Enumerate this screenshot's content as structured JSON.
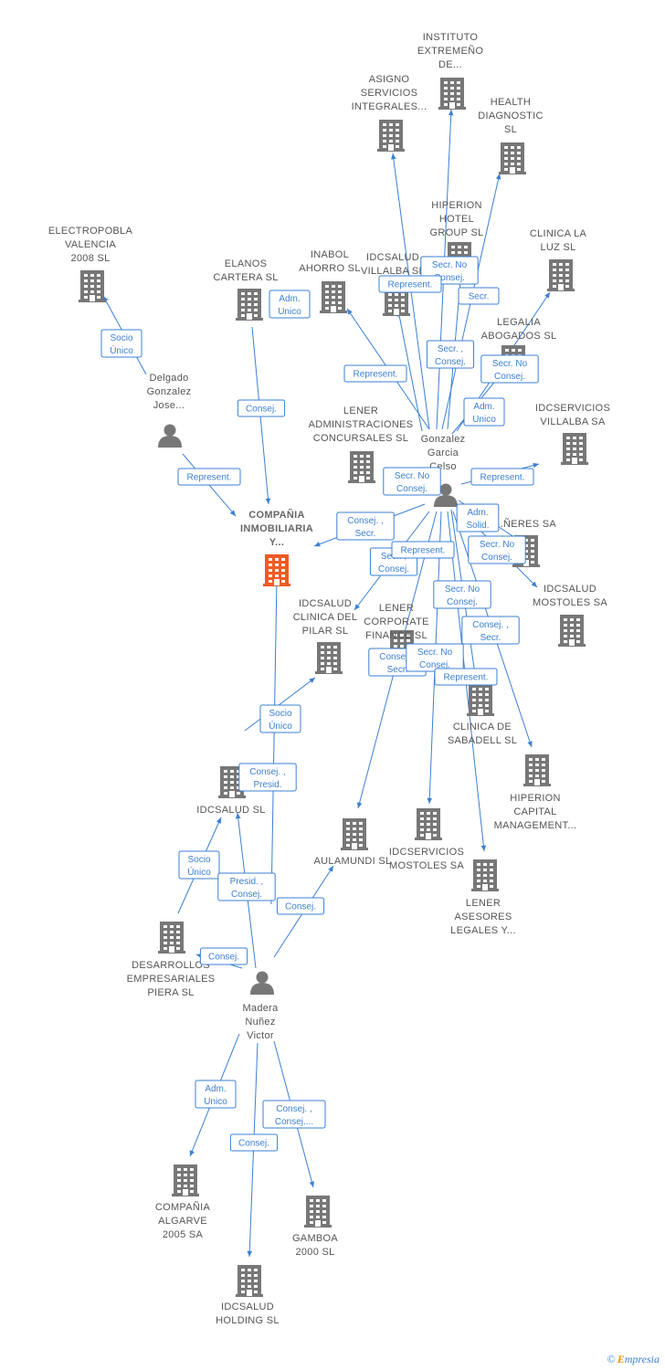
{
  "colors": {
    "edge": "#3b7fd4",
    "company": "#777777",
    "main": "#f15a24",
    "person": "#777777"
  },
  "footer": {
    "copyright": "©",
    "brand_initial": "E",
    "brand_rest": "mpresia"
  },
  "nodes": [
    {
      "id": "cia",
      "type": "main",
      "lines": [
        "COMPAÑIA",
        "INMOBILIARIA",
        "Y..."
      ]
    },
    {
      "id": "electro",
      "type": "company",
      "lines": [
        "ELECTROPOBLA",
        "VALENCIA",
        "2008  SL"
      ]
    },
    {
      "id": "elanos",
      "type": "company",
      "lines": [
        "ELANOS",
        "CARTERA SL"
      ]
    },
    {
      "id": "inabol",
      "type": "company",
      "lines": [
        "INABOL",
        "AHORRO SL"
      ]
    },
    {
      "id": "asigno",
      "type": "company",
      "lines": [
        "ASIGNO",
        "SERVICIOS",
        "INTEGRALES..."
      ]
    },
    {
      "id": "instituto",
      "type": "company",
      "lines": [
        "INSTITUTO",
        "EXTREMEÑO",
        "DE..."
      ]
    },
    {
      "id": "health",
      "type": "company",
      "lines": [
        "HEALTH",
        "DIAGNOSTIC",
        "SL"
      ]
    },
    {
      "id": "hiperion_hotel",
      "type": "company",
      "lines": [
        "HIPERION",
        "HOTEL",
        "GROUP SL"
      ]
    },
    {
      "id": "idc_villalba_sl",
      "type": "company",
      "lines": [
        "IDCSALUD",
        "VILLALBA SL"
      ]
    },
    {
      "id": "clinica_luz",
      "type": "company",
      "lines": [
        "CLINICA LA",
        "LUZ SL"
      ]
    },
    {
      "id": "legalia",
      "type": "company",
      "lines": [
        "LEGALIA",
        "ABOGADOS  SL"
      ]
    },
    {
      "id": "lener_admin",
      "type": "company",
      "lines": [
        "LENER",
        "ADMINISTRACIONES",
        "CONCURSALES SL"
      ]
    },
    {
      "id": "idcserv_villalba",
      "type": "company",
      "lines": [
        "IDCSERVICIOS",
        "VILLALBA SA"
      ]
    },
    {
      "id": "neres",
      "type": "company",
      "lines": [
        "...ÑERES SA"
      ]
    },
    {
      "id": "idc_mostoles",
      "type": "company",
      "lines": [
        "IDCSALUD",
        "MOSTOLES SA"
      ]
    },
    {
      "id": "idc_pilar",
      "type": "company",
      "lines": [
        "IDCSALUD",
        "CLINICA DEL",
        "PILAR  SL"
      ]
    },
    {
      "id": "lener_corp",
      "type": "company",
      "lines": [
        "LENER",
        "CORPORATE",
        "FINANCE  SL"
      ]
    },
    {
      "id": "sabadell",
      "type": "company",
      "lines": [
        "CLINICA DE",
        "SABADELL SL"
      ]
    },
    {
      "id": "hiperion_cap",
      "type": "company",
      "lines": [
        "HIPERION",
        "CAPITAL",
        "MANAGEMENT..."
      ]
    },
    {
      "id": "idcsalud_sl",
      "type": "company",
      "lines": [
        "IDCSALUD  SL"
      ]
    },
    {
      "id": "aulamundi",
      "type": "company",
      "lines": [
        "AULAMUNDI SL"
      ]
    },
    {
      "id": "idcserv_mostoles",
      "type": "company",
      "lines": [
        "IDCSERVICIOS",
        "MOSTOLES SA"
      ]
    },
    {
      "id": "lener_asesores",
      "type": "company",
      "lines": [
        "LENER",
        "ASESORES",
        "LEGALES Y..."
      ]
    },
    {
      "id": "desarrollos",
      "type": "company",
      "lines": [
        "DESARROLLOS",
        "EMPRESARIALES",
        "PIERA SL"
      ]
    },
    {
      "id": "algarve",
      "type": "company",
      "lines": [
        "COMPAÑIA",
        "ALGARVE",
        "2005 SA"
      ]
    },
    {
      "id": "gamboa",
      "type": "company",
      "lines": [
        "GAMBOA",
        "2000 SL"
      ]
    },
    {
      "id": "idc_holding",
      "type": "company",
      "lines": [
        "IDCSALUD",
        "HOLDING  SL"
      ]
    },
    {
      "id": "delgado",
      "type": "person",
      "lines": [
        "Delgado",
        "Gonzalez",
        "Jose..."
      ]
    },
    {
      "id": "gonzalez",
      "type": "person",
      "lines": [
        "Gonzalez",
        "Garcia",
        "Celso"
      ]
    },
    {
      "id": "madera",
      "type": "person",
      "lines": [
        "Madera",
        "Nuñez",
        "Victor"
      ]
    }
  ],
  "relations": [
    {
      "lines": [
        "Socio",
        "Único"
      ]
    },
    {
      "lines": [
        "Adm.",
        "Unico"
      ]
    },
    {
      "lines": [
        "Consej."
      ]
    },
    {
      "lines": [
        "Represent."
      ]
    },
    {
      "lines": [
        "Represent."
      ]
    },
    {
      "lines": [
        "Secr.  No",
        "Consej."
      ]
    },
    {
      "lines": [
        "Secr."
      ]
    },
    {
      "lines": [
        "Secr. ,",
        "Consej."
      ]
    },
    {
      "lines": [
        "Represent."
      ]
    },
    {
      "lines": [
        "Secr.  No",
        "Consej."
      ]
    },
    {
      "lines": [
        "Adm.",
        "Unico"
      ]
    },
    {
      "lines": [
        "Secr.  No",
        "Consej."
      ]
    },
    {
      "lines": [
        "Represent."
      ]
    },
    {
      "lines": [
        "Adm.",
        "Solid."
      ]
    },
    {
      "lines": [
        "Secr.  No",
        "Consej."
      ]
    },
    {
      "lines": [
        "Consej. ,",
        "Secr."
      ]
    },
    {
      "lines": [
        "Secr. ,",
        "Consej."
      ]
    },
    {
      "lines": [
        "Represent."
      ]
    },
    {
      "lines": [
        "Secr.  No",
        "Consej."
      ]
    },
    {
      "lines": [
        "Consej. ,",
        "Secr."
      ]
    },
    {
      "lines": [
        "Consej. ,",
        "Secr."
      ]
    },
    {
      "lines": [
        "Secr.  No",
        "Consej."
      ]
    },
    {
      "lines": [
        "Represent."
      ]
    },
    {
      "lines": [
        "Socio",
        "Único"
      ]
    },
    {
      "lines": [
        "Consej. ,",
        "Presid."
      ]
    },
    {
      "lines": [
        "Socio",
        "Único"
      ]
    },
    {
      "lines": [
        "Presid. ,",
        "Consej."
      ]
    },
    {
      "lines": [
        "Consej."
      ]
    },
    {
      "lines": [
        "Consej."
      ]
    },
    {
      "lines": [
        "Adm.",
        "Unico"
      ]
    },
    {
      "lines": [
        "Consej. ,",
        "Consej...."
      ]
    },
    {
      "lines": [
        "Consej."
      ]
    }
  ]
}
